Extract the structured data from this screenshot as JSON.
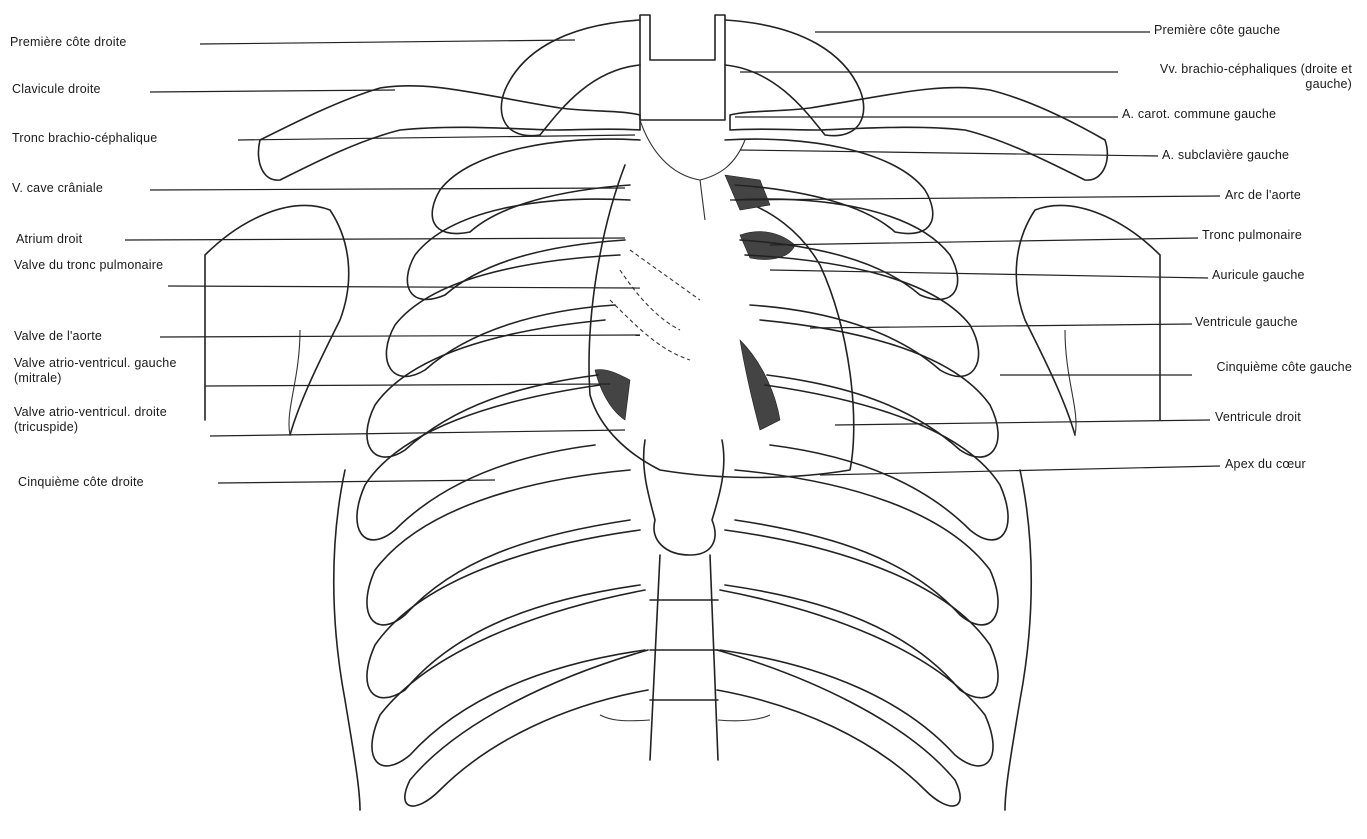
{
  "labels_left": [
    {
      "id": "premiere-cote-droite",
      "text": "Première côte droite"
    },
    {
      "id": "clavicule-droite",
      "text": "Clavicule droite"
    },
    {
      "id": "tronc-brachio-cephalique",
      "text": "Tronc brachio-céphalique"
    },
    {
      "id": "v-cave-craniale",
      "text": "V. cave crâniale"
    },
    {
      "id": "atrium-droit",
      "text": "Atrium droit"
    },
    {
      "id": "valve-tronc-pulmonaire",
      "text": "Valve du tronc pulmonaire"
    },
    {
      "id": "valve-aorte",
      "text": "Valve de l'aorte"
    },
    {
      "id": "valve-mitrale",
      "text": "Valve atrio-ventricul. gauche (mitrale)"
    },
    {
      "id": "valve-tricuspide",
      "text": "Valve atrio-ventricul. droite (tricuspide)"
    },
    {
      "id": "cinquieme-cote-droite",
      "text": "Cinquième côte droite"
    }
  ],
  "labels_right": [
    {
      "id": "premiere-cote-gauche",
      "text": "Première côte gauche"
    },
    {
      "id": "vv-brachio-cephaliques",
      "text": "Vv. brachio-céphaliques (droite et gauche)"
    },
    {
      "id": "a-carot-commune-gauche",
      "text": "A. carot. commune gauche"
    },
    {
      "id": "a-subclaviere-gauche",
      "text": "A. subclavière gauche"
    },
    {
      "id": "arc-aorte",
      "text": "Arc de l'aorte"
    },
    {
      "id": "tronc-pulmonaire",
      "text": "Tronc pulmonaire"
    },
    {
      "id": "auricule-gauche",
      "text": "Auricule gauche"
    },
    {
      "id": "ventricule-gauche",
      "text": "Ventricule gauche"
    },
    {
      "id": "cinquieme-cote-gauche",
      "text": "Cinquième côte gauche"
    },
    {
      "id": "ventricule-droit",
      "text": "Ventricule droit"
    },
    {
      "id": "apex-coeur",
      "text": "Apex du cœur"
    }
  ],
  "colors": {
    "ink": "#222222",
    "background": "#ffffff"
  }
}
